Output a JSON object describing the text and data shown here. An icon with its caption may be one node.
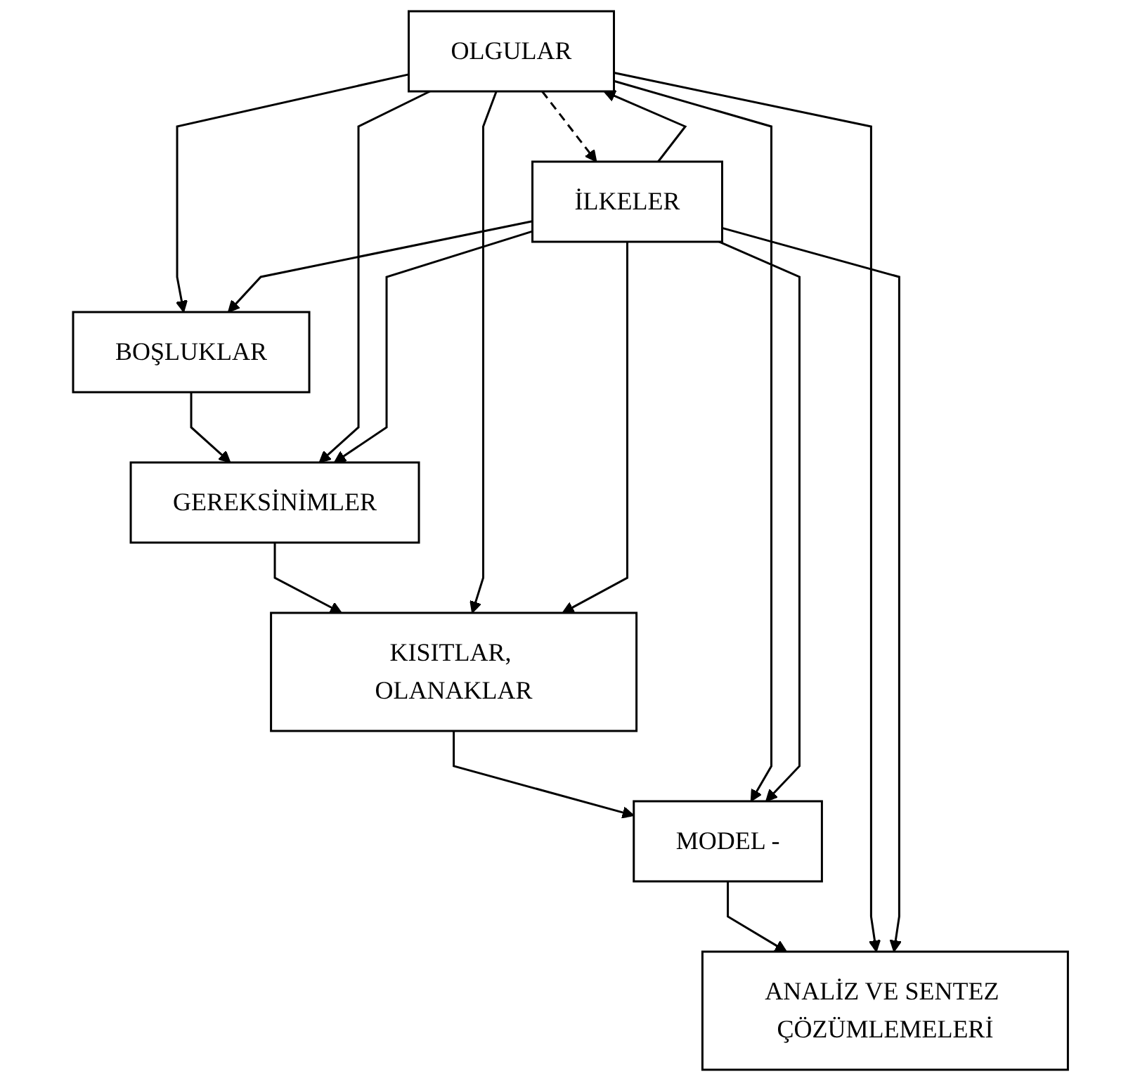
{
  "diagram": {
    "nodes": [
      {
        "text": [
          "OLGULAR"
        ]
      },
      {
        "text": [
          "İLKELER"
        ]
      },
      {
        "text": [
          "BOŞLUKLAR"
        ]
      },
      {
        "text": [
          "GEREKSİNİMLER"
        ]
      },
      {
        "text": [
          "KISITLAR, OLANAKLAR"
        ]
      },
      {
        "text": [
          "MODEL -"
        ]
      },
      {
        "text": [
          "ANALİZ VE SENTEZ ÇÖZÜMLEMELERİ"
        ]
      }
    ],
    "edges": [
      {
        "from": 0,
        "to": 1,
        "arrow": "to",
        "style": "dashed"
      },
      {
        "from": 1,
        "to": 0,
        "arrow": "to"
      },
      {
        "from": 0,
        "to": 2,
        "arrow": "to"
      },
      {
        "from": 1,
        "to": 2,
        "arrow": "to"
      },
      {
        "from": 2,
        "to": 3,
        "arrow": "to"
      },
      {
        "from": 0,
        "to": 3,
        "arrow": "to"
      },
      {
        "from": 1,
        "to": 3,
        "arrow": "to"
      },
      {
        "from": 3,
        "to": 4,
        "arrow": "to"
      },
      {
        "from": 0,
        "to": 4,
        "arrow": "to"
      },
      {
        "from": 1,
        "to": 4,
        "arrow": "to"
      },
      {
        "from": 4,
        "to": 5,
        "arrow": "to"
      },
      {
        "from": 0,
        "to": 5,
        "arrow": "to"
      },
      {
        "from": 1,
        "to": 5,
        "arrow": "to"
      },
      {
        "from": 5,
        "to": 6,
        "arrow": "to"
      },
      {
        "from": 0,
        "to": 6,
        "arrow": "to"
      },
      {
        "from": 1,
        "to": 6,
        "arrow": "to"
      }
    ]
  }
}
